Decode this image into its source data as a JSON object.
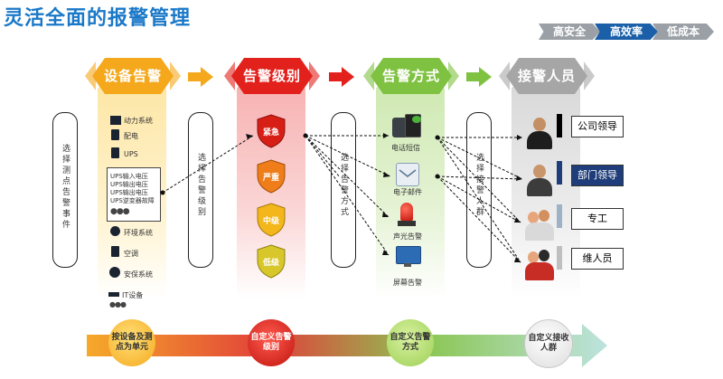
{
  "title": "灵活全面的报警管理",
  "tags": [
    "高安全",
    "高效率",
    "低成本"
  ],
  "headers": [
    "设备告警",
    "告警级别",
    "告警方式",
    "接警人员"
  ],
  "brackets": [
    "选择测点告警事件",
    "选择告警级别",
    "选择告警方式",
    "选择接警人群"
  ],
  "devices": [
    "动力系统",
    "配电",
    "UPS",
    "环境系统",
    "空调",
    "安保系统",
    "IT设备"
  ],
  "ups_alarms": [
    "UPS输入电压",
    "UPS输出电压",
    "UPS输出电压",
    "UPS逆变器故障"
  ],
  "levels": [
    "紧急",
    "严重",
    "中级",
    "低级"
  ],
  "methods": [
    "电话短信",
    "电子邮件",
    "声光告警",
    "屏幕告警"
  ],
  "people": [
    "公司领导",
    "部门领导",
    "专工",
    "维人员"
  ],
  "bottom_steps": [
    "按设备及测点为单元",
    "自定义告警级别",
    "自定义告警方式",
    "自定义接收人群"
  ],
  "colors": {
    "title": "#1a78c8",
    "orange": "#f5a81c",
    "red": "#e3211c",
    "green": "#7fc241",
    "gray": "#a6a6a6",
    "tag_active": "#1a5fa8",
    "tag_inactive": "#9aa0a6"
  }
}
